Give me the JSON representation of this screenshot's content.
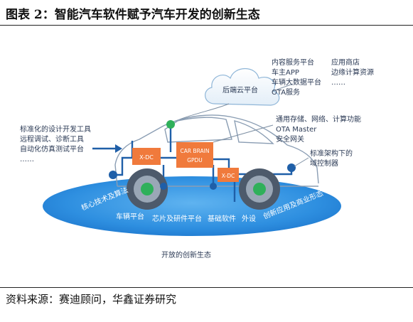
{
  "figure": {
    "title": "图表 2：智能汽车软件赋予汽车开发的创新生态",
    "source": "资料来源：赛迪顾问，华鑫证券研究"
  },
  "diagram": {
    "cloud_label": "后端云平台",
    "cloud_services_col1": [
      "内容服务平台",
      "车主APP",
      "车辆大数据平台",
      "OTA服务"
    ],
    "cloud_services_col2": [
      "应用商店",
      "边缘计算资源",
      "……"
    ],
    "left_tools": [
      "标准化的设计开发工具",
      "远程调试、诊断工具",
      "自动化仿真测试平台",
      "……"
    ],
    "gateway_features": [
      "通用存储、网络、计算功能",
      "OTA Master",
      "安全网关"
    ],
    "domain_controller_label": [
      "标准架构下的",
      "域控制器"
    ],
    "car_brain_label": [
      "CAR BRAIN",
      "GPDU"
    ],
    "xdc_label": "X-DC",
    "ecosystem_items": [
      "核心技术及算法",
      "车辆平台",
      "芯片及研件平台",
      "基础软件",
      "外设",
      "创新应用及商业形态"
    ],
    "ecosystem_label": "开放的创新生态",
    "colors": {
      "ellipse": "#2e8fe0",
      "module": "#f07a3c",
      "wire": "#1f5fa8",
      "node_green": "#2fb05a"
    }
  }
}
